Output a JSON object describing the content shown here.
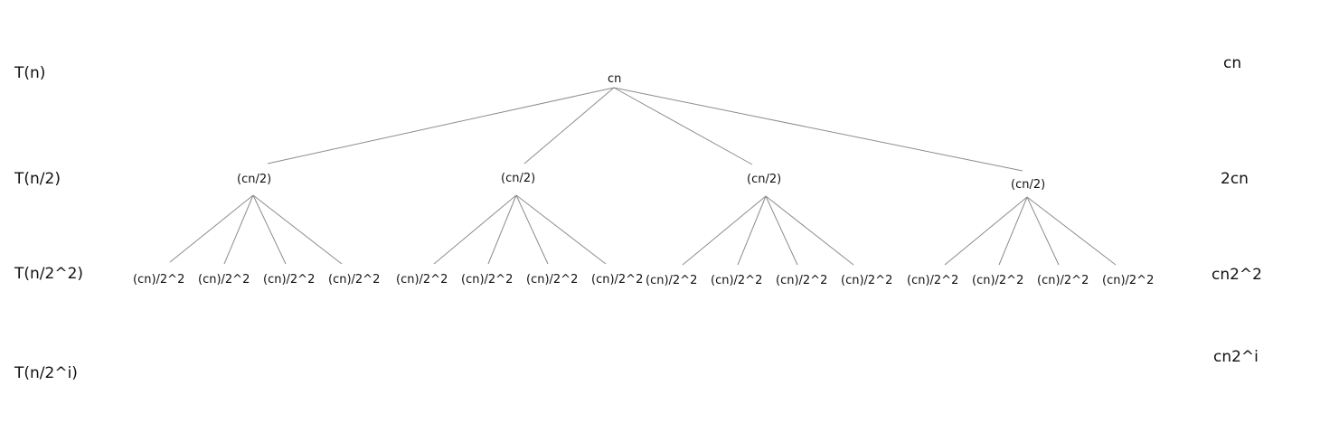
{
  "levels": [
    {
      "label": "T(n)",
      "cost": "cn"
    },
    {
      "label": "T(n/2)",
      "cost": "2cn"
    },
    {
      "label": "T(n/2^2)",
      "cost": "cn2^2"
    },
    {
      "label": "T(n/2^i)",
      "cost": "cn2^i"
    }
  ],
  "tree": {
    "root": "cn",
    "level1": [
      "(cn/2)",
      "(cn/2)",
      "(cn/2)",
      "(cn/2)"
    ],
    "level2": [
      "(cn)/2^2",
      "(cn)/2^2",
      "(cn)/2^2",
      "(cn)/2^2",
      "(cn)/2^2",
      "(cn)/2^2",
      "(cn)/2^2",
      "(cn)/2^2",
      "(cn)/2^2",
      "(cn)/2^2",
      "(cn)/2^2",
      "(cn)/2^2",
      "(cn)/2^2",
      "(cn)/2^2",
      "(cn)/2^2",
      "(cn)/2^2"
    ]
  },
  "colors": {
    "text": "#111111",
    "edge": "#8c8c8c",
    "background": "#ffffff"
  }
}
